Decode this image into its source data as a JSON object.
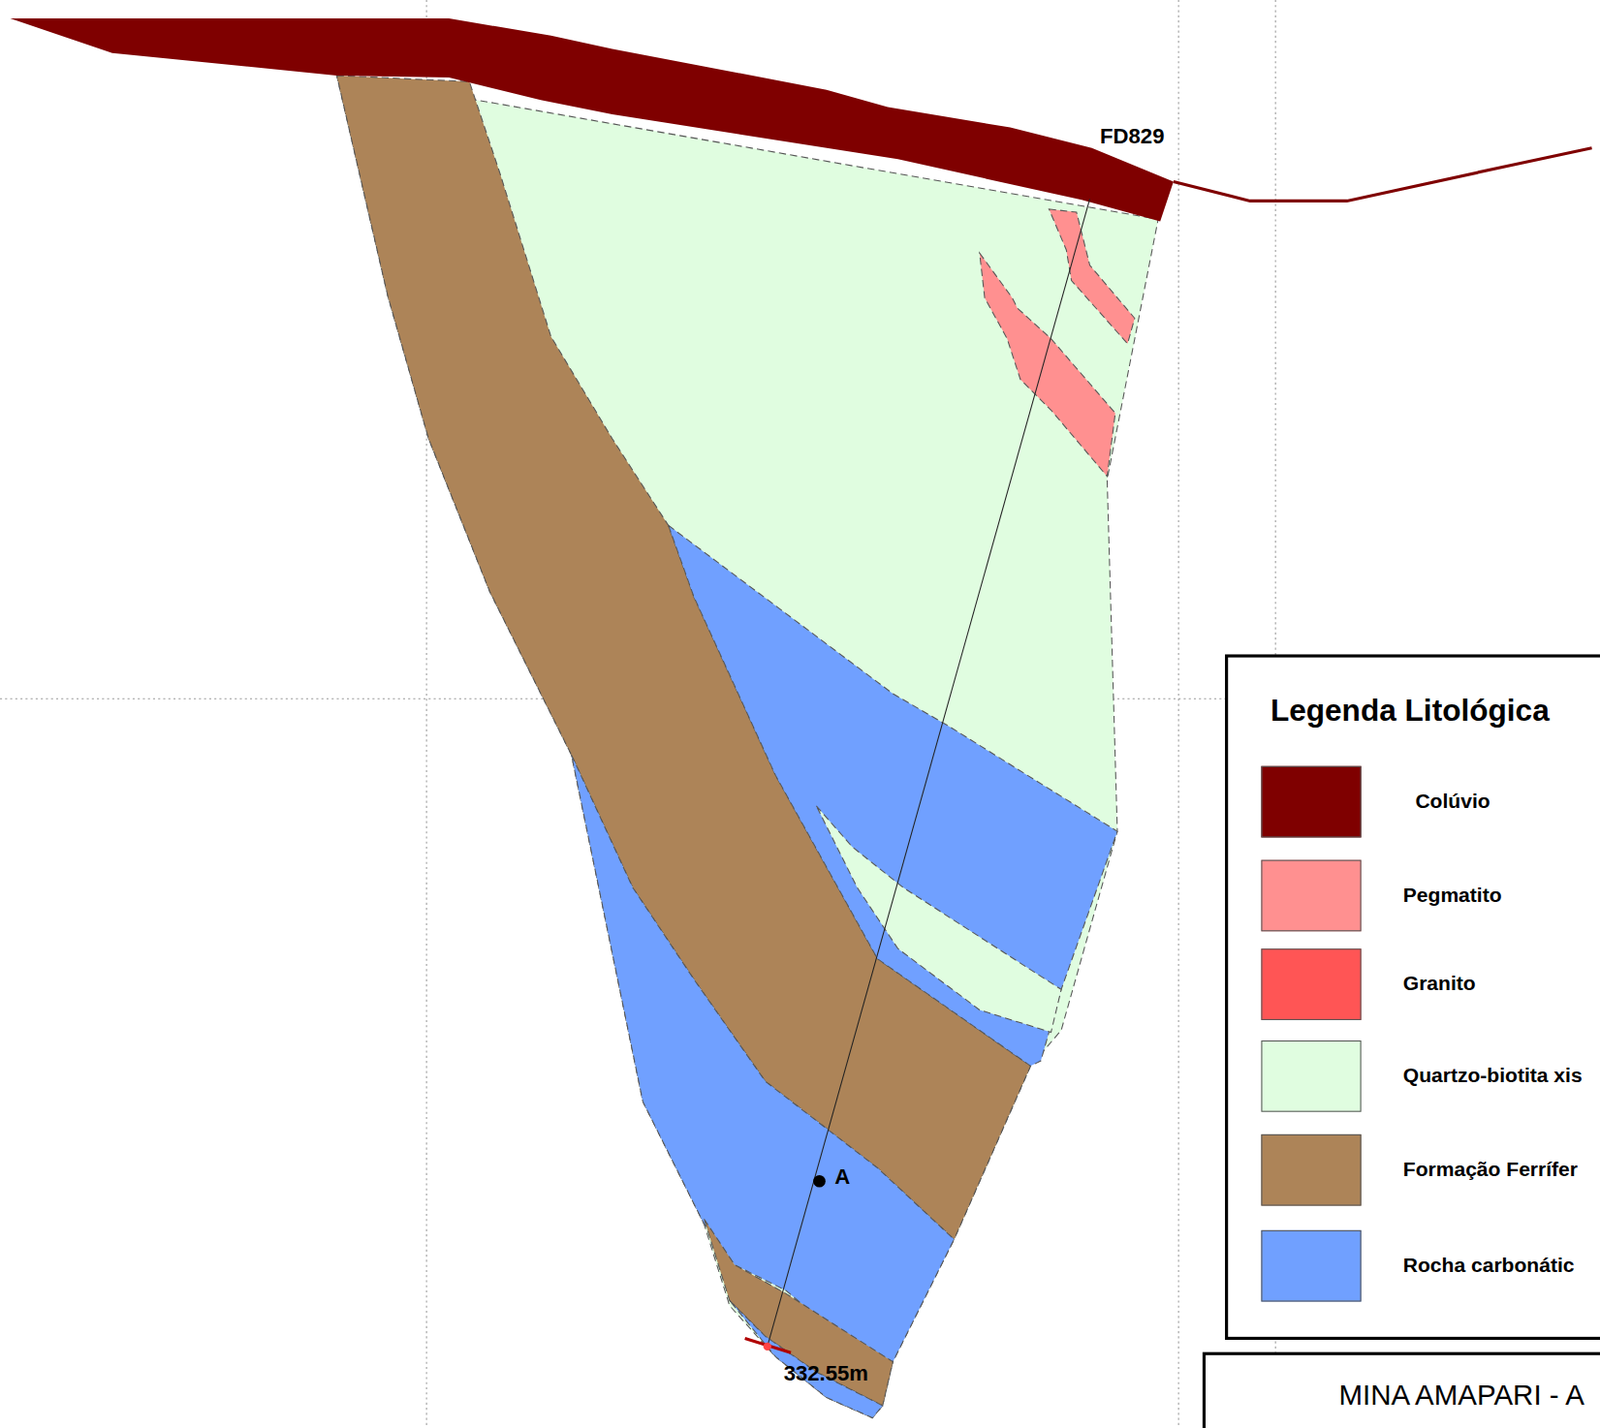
{
  "diagram": {
    "title": "MINA AMAPARI - A",
    "labels": [
      "FD829",
      "332.55m",
      "A",
      "Legenda Litológica"
    ],
    "legend": [
      {
        "text": "Colúvio",
        "color": "#7f0000"
      },
      {
        "text": "Pegmatito",
        "color": "#ff9090"
      },
      {
        "text": "Granito",
        "color": "#ff5555"
      },
      {
        "text": "Quartzo-biotita xis",
        "color": "#e0fde0"
      },
      {
        "text": "Formação Ferrífer",
        "color": "#ad8458"
      },
      {
        "text": "Rocha carbonátic",
        "color": "#70a0ff"
      }
    ]
  }
}
